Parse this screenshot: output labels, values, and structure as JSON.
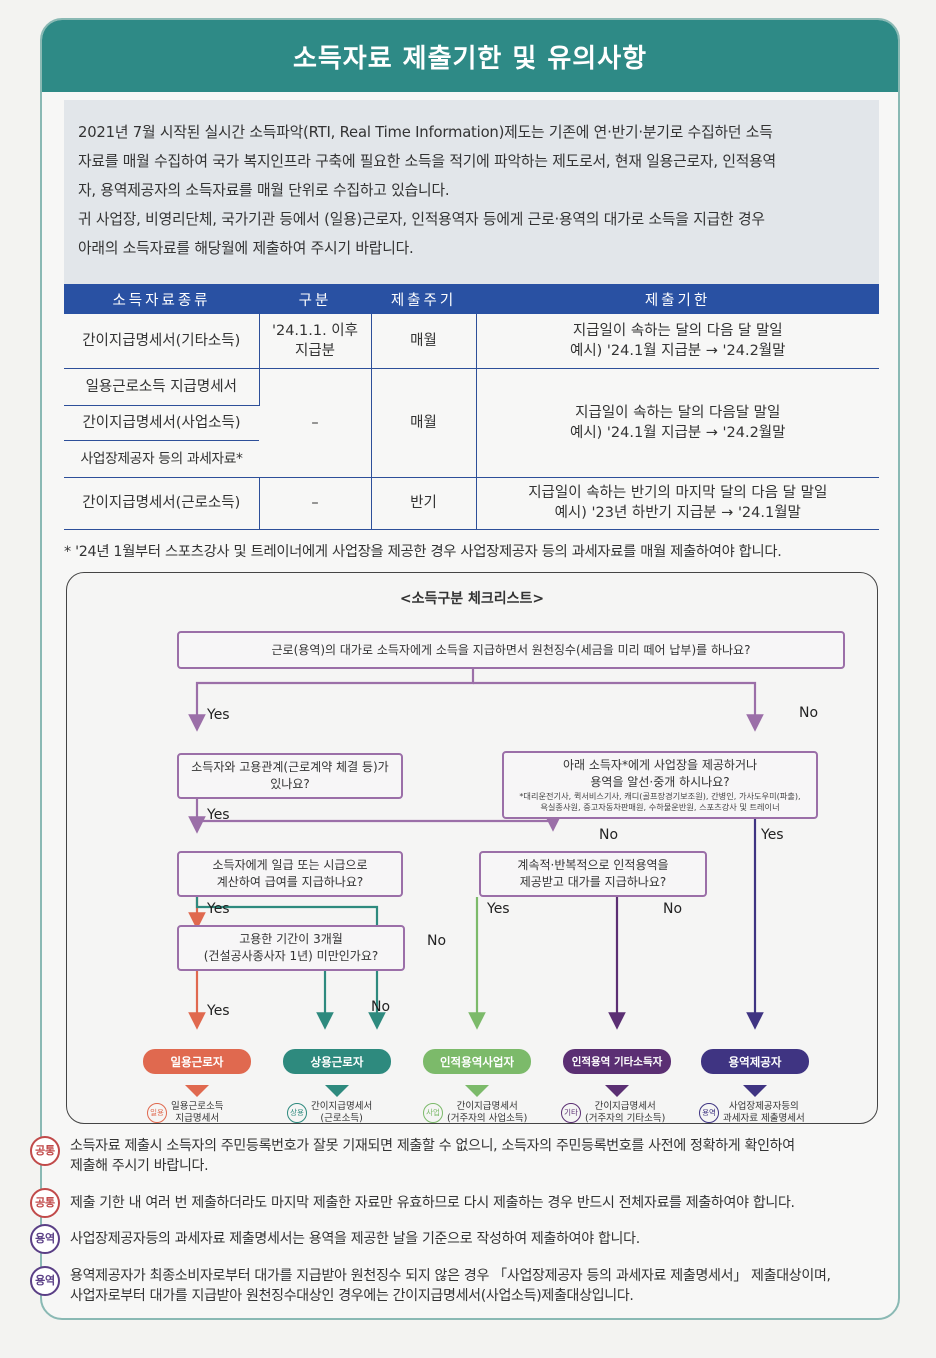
{
  "title": "소득자료 제출기한 및 유의사항",
  "intro": {
    "line1": "2021년 7월 시작된 실시간 소득파악(RTI, Real Time Information)제도는 기존에 연·반기·분기로 수집하던 소득",
    "line2": "자료를 매월 수집하여 국가 복지인프라 구축에 필요한 소득을 적기에 파악하는 제도로서, 현재 일용근로자, 인적용역",
    "line3": "자, 용역제공자의 소득자료를 매월 단위로 수집하고 있습니다.",
    "line4": "귀 사업장, 비영리단체, 국가기관 등에서 (일용)근로자, 인적용역자 등에게 근로·용역의 대가로 소득을 지급한 경우",
    "line5": "아래의 소득자료를 해당월에 제출하여 주시기 바랍니다."
  },
  "table": {
    "headers": [
      "소득자료종류",
      "구분",
      "제출주기",
      "제출기한"
    ],
    "r1": {
      "type": "간이지급명세서(기타소득)",
      "div1": "'24.1.1. 이후",
      "div2": "지급분",
      "cycle": "매월",
      "dl1": "지급일이 속하는 달의 다음 달 말일",
      "dl2": "예시) '24.1월 지급분 → '24.2월말"
    },
    "r2": {
      "type1": "일용근로소득 지급명세서",
      "type2": "간이지급명세서(사업소득)",
      "type3": "사업장제공자 등의 과세자료*",
      "div": "–",
      "cycle": "매월",
      "dl1": "지급일이 속하는 달의 다음달 말일",
      "dl2": "예시) '24.1월 지급분 → '24.2월말"
    },
    "r3": {
      "type": "간이지급명세서(근로소득)",
      "div": "–",
      "cycle": "반기",
      "dl1": "지급일이 속하는 반기의 마지막 달의 다음 달 말일",
      "dl2": "예시) '23년 하반기 지급분 → '24.1월말"
    }
  },
  "footnote": "* '24년 1월부터 스포츠강사 및 트레이너에게 사업장을 제공한 경우 사업장제공자 등의 과세자료를 매월 제출하여야 합니다.",
  "checklist": {
    "title": "<소득구분 체크리스트>",
    "q1": "근로(용역)의 대가로 소득자에게 소득을 지급하면서 원천징수(세금을 미리 떼어 납부)를 하나요?",
    "q2a": "소득자와 고용관계(근로계약 체결 등)가",
    "q2b": "있나요?",
    "q3a": "아래 소득자*에게 사업장을 제공하거나",
    "q3b": "용역을 알선·중개 하시나요?",
    "q3n1": "*대리운전기사, 퀵서비스기사, 캐디(골프장경기보조원), 간병인, 가사도우미(파출),",
    "q3n2": "욕실종사원, 중고자동차판매원, 수하물운반원, 스포츠강사 및 트레이너",
    "q4a": "소득자에게 일급 또는 시급으로",
    "q4b": "계산하여 급여를 지급하나요?",
    "q5a": "계속적·반복적으로 인적용역을",
    "q5b": "제공받고 대가를 지급하나요?",
    "q6a": "고용한 기간이 3개월",
    "q6b": "(건설공사종사자 1년) 미만인가요?",
    "yes": "Yes",
    "no": "No",
    "results": [
      {
        "name": "일용근로자",
        "badge": "일용",
        "doc1": "일용근로소득",
        "doc2": "지급명세서",
        "color": "#e0694f"
      },
      {
        "name": "상용근로자",
        "badge": "상용",
        "doc1": "간이지급명세서",
        "doc2": "(근로소득)",
        "color": "#2e8a7e"
      },
      {
        "name": "인적용역사업자",
        "badge": "사업",
        "doc1": "간이지급명세서",
        "doc2": "(거주자의 사업소득)",
        "color": "#7cba6a"
      },
      {
        "name": "인적용역 기타소득자",
        "badge": "기타",
        "doc1": "간이지급명세서",
        "doc2": "(거주자의 기타소득)",
        "color": "#5b2f73"
      },
      {
        "name": "용역제공자",
        "badge": "용역",
        "doc1": "사업장제공자등의",
        "doc2": "과세자료 제출명세서",
        "color": "#3f3482"
      }
    ]
  },
  "notes": [
    {
      "badge": "공통",
      "line1": "소득자료 제출시 소득자의 주민등록번호가 잘못 기재되면 제출할 수 없으니, 소득자의 주민등록번호를 사전에 정확하게 확인하여",
      "line2": "제출해 주시기 바랍니다."
    },
    {
      "badge": "공통",
      "line1": "제출 기한 내 여러 번 제출하더라도 마지막 제출한 자료만 유효하므로 다시 제출하는 경우 반드시 전체자료를 제출하여야 합니다.",
      "line2": ""
    },
    {
      "badge": "용역",
      "line1": "사업장제공자등의 과세자료 제출명세서는 용역을 제공한 날을 기준으로 작성하여 제출하여야 합니다.",
      "line2": ""
    },
    {
      "badge": "용역",
      "line1": "용역제공자가 최종소비자로부터 대가를 지급받아 원천징수 되지 않은 경우 「사업장제공자 등의 과세자료 제출명세서」 제출대상이며,",
      "line2": "사업자로부터 대가를 지급받아 원천징수대상인 경우에는 간이지급명세서(사업소득)제출대상입니다."
    }
  ]
}
